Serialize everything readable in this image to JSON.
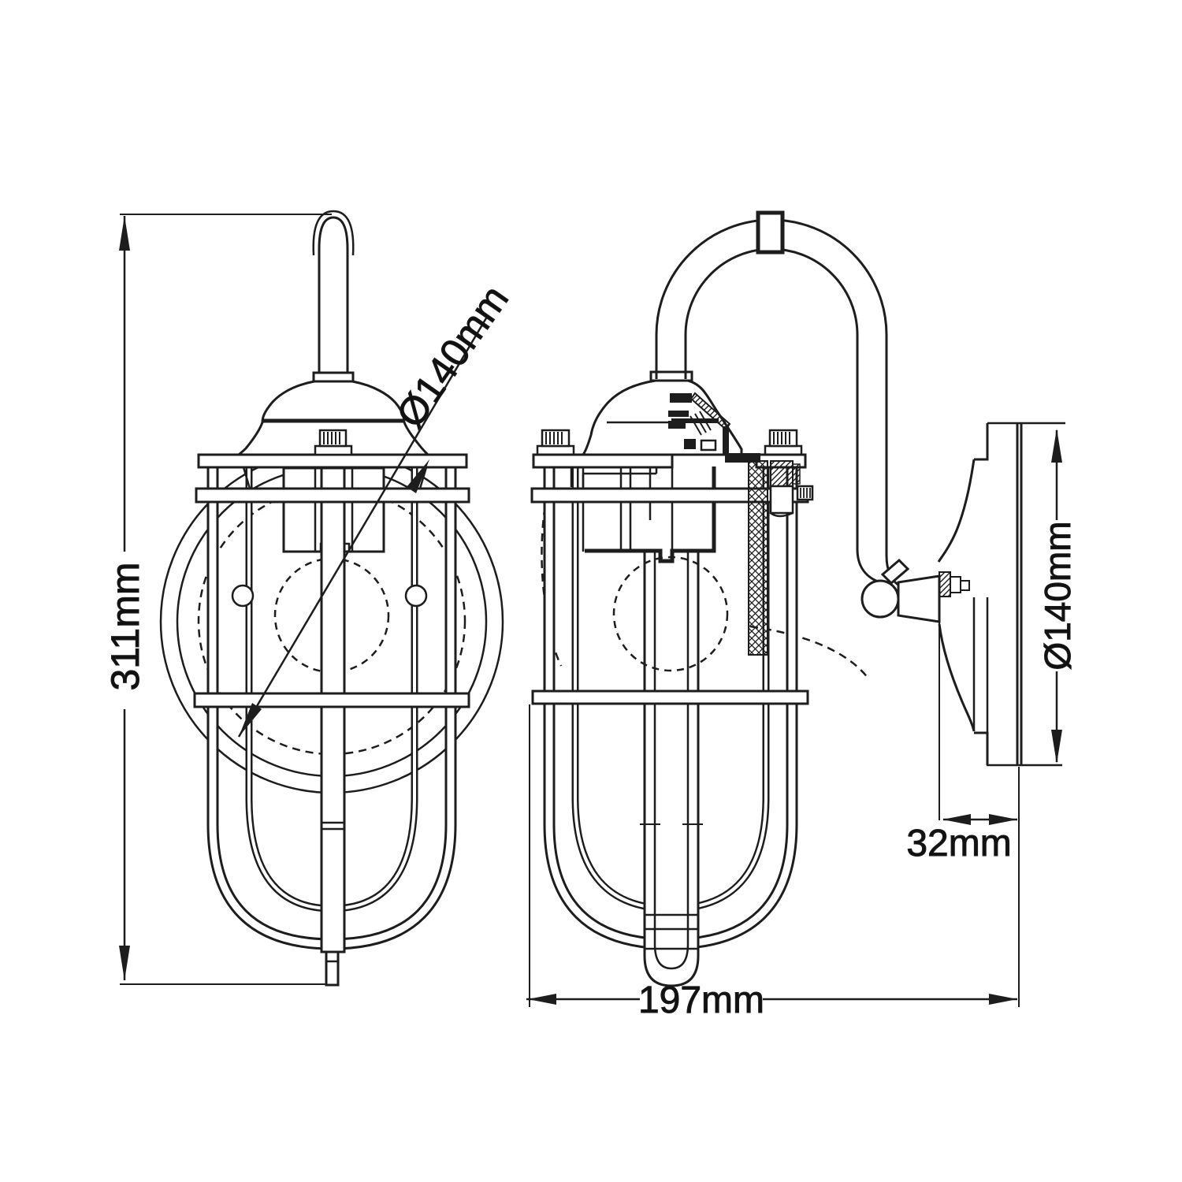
{
  "canvas": {
    "background": "#ffffff",
    "line_color": "#1d1d1d",
    "text_color": "#111111"
  },
  "dimensions": {
    "overall_height": "311mm",
    "cage_diameter": "Ø140mm",
    "backplate_diameter": "Ø140mm",
    "backplate_depth": "32mm",
    "projection_width": "197mm"
  }
}
